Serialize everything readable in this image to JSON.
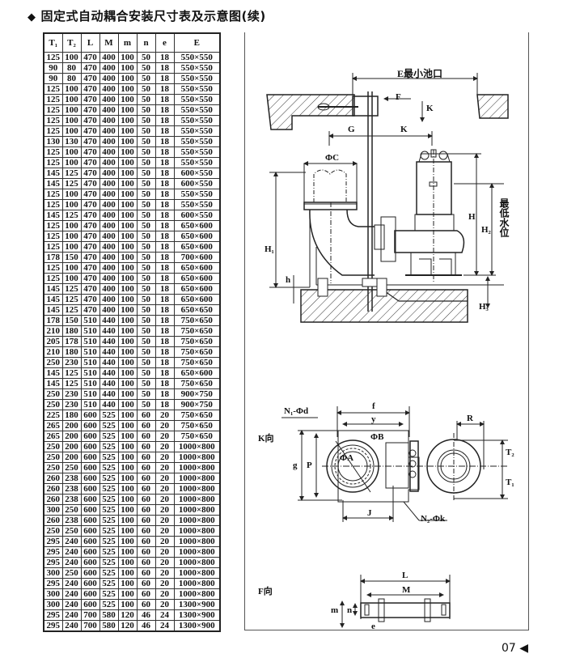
{
  "title": "固定式自动耦合安装尺寸表及示意图(续)",
  "title_icon": "diamond-bullet",
  "table": {
    "headers": [
      "T₁",
      "T₂",
      "L",
      "M",
      "m",
      "n",
      "e",
      "E"
    ],
    "rows": [
      [
        "125",
        "100",
        "470",
        "400",
        "100",
        "50",
        "18",
        "550×550"
      ],
      [
        "90",
        "80",
        "470",
        "400",
        "100",
        "50",
        "18",
        "550×550"
      ],
      [
        "90",
        "80",
        "470",
        "400",
        "100",
        "50",
        "18",
        "550×550"
      ],
      [
        "125",
        "100",
        "470",
        "400",
        "100",
        "50",
        "18",
        "550×550"
      ],
      [
        "125",
        "100",
        "470",
        "400",
        "100",
        "50",
        "18",
        "550×550"
      ],
      [
        "125",
        "100",
        "470",
        "400",
        "100",
        "50",
        "18",
        "550×550"
      ],
      [
        "125",
        "100",
        "470",
        "400",
        "100",
        "50",
        "18",
        "550×550"
      ],
      [
        "125",
        "100",
        "470",
        "400",
        "100",
        "50",
        "18",
        "550×550"
      ],
      [
        "130",
        "130",
        "470",
        "400",
        "100",
        "50",
        "18",
        "550×550"
      ],
      [
        "125",
        "100",
        "470",
        "400",
        "100",
        "50",
        "18",
        "550×550"
      ],
      [
        "125",
        "100",
        "470",
        "400",
        "100",
        "50",
        "18",
        "550×550"
      ],
      [
        "145",
        "125",
        "470",
        "400",
        "100",
        "50",
        "18",
        "600×550"
      ],
      [
        "145",
        "125",
        "470",
        "400",
        "100",
        "50",
        "18",
        "600×550"
      ],
      [
        "125",
        "100",
        "470",
        "400",
        "100",
        "50",
        "18",
        "550×550"
      ],
      [
        "125",
        "100",
        "470",
        "400",
        "100",
        "50",
        "18",
        "550×550"
      ],
      [
        "145",
        "125",
        "470",
        "400",
        "100",
        "50",
        "18",
        "600×550"
      ],
      [
        "125",
        "100",
        "470",
        "400",
        "100",
        "50",
        "18",
        "650×600"
      ],
      [
        "125",
        "100",
        "470",
        "400",
        "100",
        "50",
        "18",
        "650×600"
      ],
      [
        "125",
        "100",
        "470",
        "400",
        "100",
        "50",
        "18",
        "650×600"
      ],
      [
        "178",
        "150",
        "470",
        "400",
        "100",
        "50",
        "18",
        "700×600"
      ],
      [
        "125",
        "100",
        "470",
        "400",
        "100",
        "50",
        "18",
        "650×600"
      ],
      [
        "125",
        "100",
        "470",
        "400",
        "100",
        "50",
        "18",
        "650×600"
      ],
      [
        "145",
        "125",
        "470",
        "400",
        "100",
        "50",
        "18",
        "650×600"
      ],
      [
        "145",
        "125",
        "470",
        "400",
        "100",
        "50",
        "18",
        "650×600"
      ],
      [
        "145",
        "125",
        "470",
        "400",
        "100",
        "50",
        "18",
        "650×650"
      ],
      [
        "178",
        "150",
        "510",
        "440",
        "100",
        "50",
        "18",
        "750×650"
      ],
      [
        "210",
        "180",
        "510",
        "440",
        "100",
        "50",
        "18",
        "750×650"
      ],
      [
        "205",
        "178",
        "510",
        "440",
        "100",
        "50",
        "18",
        "750×650"
      ],
      [
        "210",
        "180",
        "510",
        "440",
        "100",
        "50",
        "18",
        "750×650"
      ],
      [
        "250",
        "230",
        "510",
        "440",
        "100",
        "50",
        "18",
        "750×650"
      ],
      [
        "145",
        "125",
        "510",
        "440",
        "100",
        "50",
        "18",
        "650×600"
      ],
      [
        "145",
        "125",
        "510",
        "440",
        "100",
        "50",
        "18",
        "750×650"
      ],
      [
        "250",
        "230",
        "510",
        "440",
        "100",
        "50",
        "18",
        "900×750"
      ],
      [
        "250",
        "230",
        "510",
        "440",
        "100",
        "50",
        "18",
        "900×750"
      ],
      [
        "225",
        "180",
        "600",
        "525",
        "100",
        "60",
        "20",
        "750×650"
      ],
      [
        "265",
        "200",
        "600",
        "525",
        "100",
        "60",
        "20",
        "750×650"
      ],
      [
        "265",
        "200",
        "600",
        "525",
        "100",
        "60",
        "20",
        "750×650"
      ],
      [
        "250",
        "200",
        "600",
        "525",
        "100",
        "60",
        "20",
        "1000×800"
      ],
      [
        "250",
        "200",
        "600",
        "525",
        "100",
        "60",
        "20",
        "1000×800"
      ],
      [
        "250",
        "250",
        "600",
        "525",
        "100",
        "60",
        "20",
        "1000×800"
      ],
      [
        "260",
        "238",
        "600",
        "525",
        "100",
        "60",
        "20",
        "1000×800"
      ],
      [
        "260",
        "238",
        "600",
        "525",
        "100",
        "60",
        "20",
        "1000×800"
      ],
      [
        "260",
        "238",
        "600",
        "525",
        "100",
        "60",
        "20",
        "1000×800"
      ],
      [
        "300",
        "250",
        "600",
        "525",
        "100",
        "60",
        "20",
        "1000×800"
      ],
      [
        "260",
        "238",
        "600",
        "525",
        "100",
        "60",
        "20",
        "1000×800"
      ],
      [
        "250",
        "250",
        "600",
        "525",
        "100",
        "60",
        "20",
        "1000×800"
      ],
      [
        "295",
        "240",
        "600",
        "525",
        "100",
        "60",
        "20",
        "1000×800"
      ],
      [
        "295",
        "240",
        "600",
        "525",
        "100",
        "60",
        "20",
        "1000×800"
      ],
      [
        "295",
        "240",
        "600",
        "525",
        "100",
        "60",
        "20",
        "1000×800"
      ],
      [
        "300",
        "250",
        "600",
        "525",
        "100",
        "60",
        "20",
        "1000×800"
      ],
      [
        "295",
        "240",
        "600",
        "525",
        "100",
        "60",
        "20",
        "1000×800"
      ],
      [
        "300",
        "240",
        "600",
        "525",
        "100",
        "60",
        "20",
        "1000×800"
      ],
      [
        "300",
        "240",
        "600",
        "525",
        "100",
        "60",
        "20",
        "1300×900"
      ],
      [
        "295",
        "240",
        "700",
        "580",
        "120",
        "46",
        "24",
        "1300×900"
      ],
      [
        "295",
        "240",
        "700",
        "580",
        "120",
        "46",
        "24",
        "1300×900"
      ]
    ]
  },
  "diagram": {
    "labels": {
      "E": "E最小池口",
      "F": "F",
      "K_arrow": "K",
      "G": "G",
      "K": "K",
      "phiC": "ΦC",
      "H": "H",
      "H1": "H₁",
      "H2": "H₂",
      "H3": "H₃",
      "h": "h",
      "water": "最低水位",
      "k_view": "K向",
      "N1": "N₁-Φd",
      "f": "f",
      "y": "y",
      "phiB": "ΦB",
      "phiA": "ΦA",
      "g": "g",
      "P": "P",
      "J": "J",
      "N2": "N₂-Φk",
      "R": "R",
      "T1": "T₁",
      "T2": "T₂",
      "f_view": "F向",
      "L": "L",
      "M": "M",
      "m": "m",
      "n": "n",
      "e": "e"
    }
  },
  "page_number": "07"
}
